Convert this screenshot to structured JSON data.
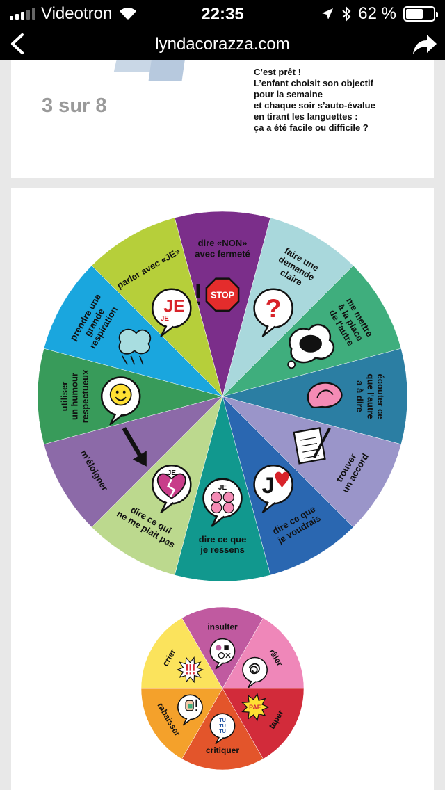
{
  "status_bar": {
    "carrier": "Videotron",
    "time": "22:35",
    "battery_percent": "62 %",
    "battery_level": 0.62
  },
  "nav": {
    "url": "lyndacorazza.com"
  },
  "step": {
    "progress": "3 sur 8"
  },
  "description": {
    "lines": [
      "C’est prêt !",
      "L’enfant choisit son objectif",
      "pour la semaine",
      "et chaque soir s’auto-évalue",
      "en tirant les languettes :",
      "ça a été facile ou difficile ?"
    ]
  },
  "big_wheel": {
    "segments": [
      {
        "lines": [
          "dire «NON»",
          "avec fermeté"
        ],
        "color": "#7b2e8a",
        "icon": "stop-sign-icon"
      },
      {
        "lines": [
          "faire une",
          "demande",
          "claire"
        ],
        "color": "#a9d8dc",
        "icon": "question-mark-bubble-icon"
      },
      {
        "lines": [
          "me mettre",
          "à la place",
          "de l'autre"
        ],
        "color": "#3fae7d",
        "icon": "thought-cloud-icon"
      },
      {
        "lines": [
          "écouter ce",
          "que l'autre",
          "a à dire"
        ],
        "color": "#2b7ea3",
        "icon": "ear-icon"
      },
      {
        "lines": [
          "trouver",
          "un accord"
        ],
        "color": "#9a95c9",
        "icon": "contract-pen-icon"
      },
      {
        "lines": [
          "dire ce que",
          "je voudrais"
        ],
        "color": "#2a67b1",
        "icon": "je-heart-bubble-icon"
      },
      {
        "lines": [
          "dire ce que",
          "je ressens"
        ],
        "color": "#11988e",
        "icon": "emotions-bubble-icon"
      },
      {
        "lines": [
          "dire ce qui",
          "ne me plait pas"
        ],
        "color": "#bcd98e",
        "icon": "broken-heart-bubble-icon"
      },
      {
        "lines": [
          "m'éloigner"
        ],
        "color": "#8c6aa8",
        "icon": "arrow-away-icon"
      },
      {
        "lines": [
          "utiliser",
          "un humour",
          "respectueux"
        ],
        "color": "#389b5a",
        "icon": "smiley-bubble-icon"
      },
      {
        "lines": [
          "prendre une",
          "grande",
          "respiration"
        ],
        "color": "#1aa6de",
        "icon": "breath-icon"
      },
      {
        "lines": [
          "parler avec «JE»"
        ],
        "color": "#b6cf3a",
        "icon": "je-speech-bubble-icon"
      }
    ]
  },
  "small_wheel": {
    "segments": [
      {
        "label": "insulter",
        "color": "#c05aa0",
        "icon": "insult-symbols-icon"
      },
      {
        "label": "râler",
        "color": "#ef87b9",
        "icon": "scribble-bubble-icon"
      },
      {
        "label": "taper",
        "color": "#d22b3a",
        "icon": "paf-burst-icon"
      },
      {
        "label": "critiquer",
        "color": "#e3552b",
        "icon": "tu-tu-bubble-icon"
      },
      {
        "label": "rabaisser",
        "color": "#f4a12b",
        "icon": "pointing-bubble-icon"
      },
      {
        "label": "crier",
        "color": "#fbe35c",
        "icon": "shout-burst-icon"
      }
    ]
  },
  "icon_texts": {
    "stop": "STOP",
    "je": "JE",
    "paf": "PAF",
    "tu_lines": [
      "TU",
      "TU",
      "TU"
    ]
  }
}
